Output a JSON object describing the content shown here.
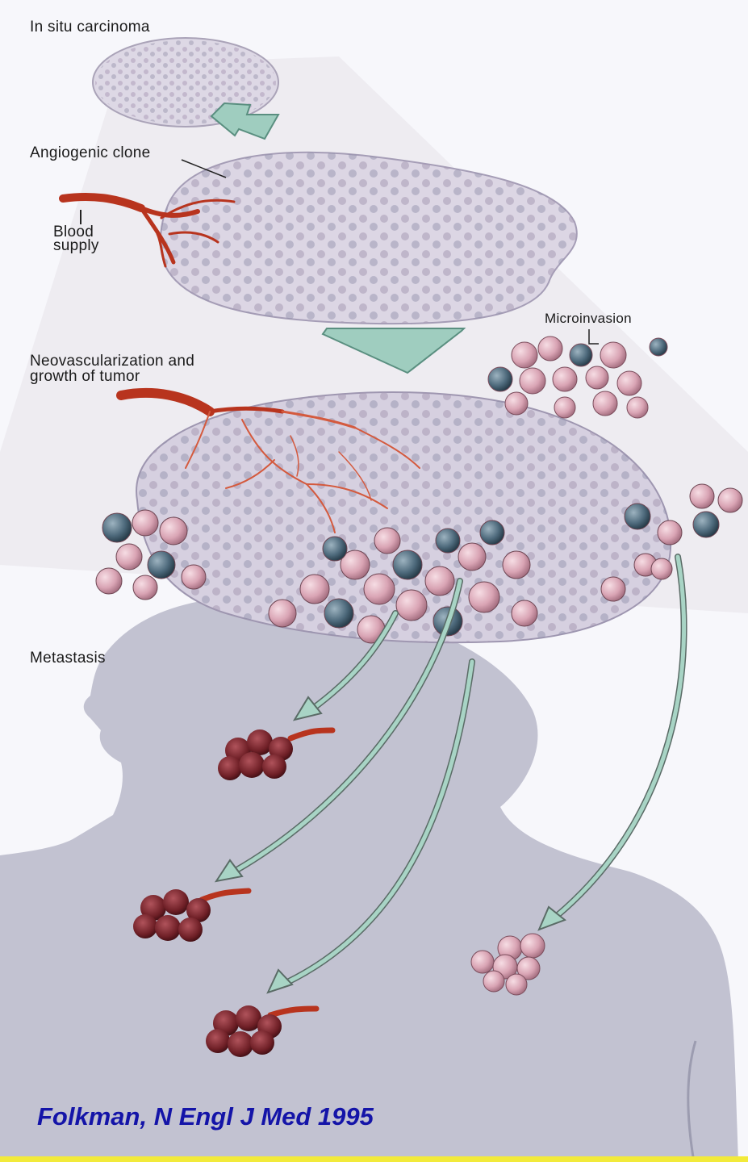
{
  "labels": {
    "in_situ": "In situ carcinoma",
    "angiogenic": "Angiogenic clone",
    "blood_supply": [
      "Blood",
      "supply"
    ],
    "microinvasion": "Microinvasion",
    "neovascularization": [
      "Neovascularization and",
      "growth of tumor"
    ],
    "metastasis": "Metastasis"
  },
  "citation": "Folkman, N Engl J Med 1995",
  "colors": {
    "background": "#f7f7fb",
    "body_silhouette": "#b9b9c9",
    "tumor": "#d9d4e2",
    "cell_pink": "#dba9b8",
    "cell_dark": "#4e6a7c",
    "blood_vessel": "#b8341e",
    "metastasis_cluster": "#6e1f26",
    "arrow": "#9fcdbf",
    "citation": "#1414a8",
    "bottom_bar": "#f2ea3a"
  }
}
